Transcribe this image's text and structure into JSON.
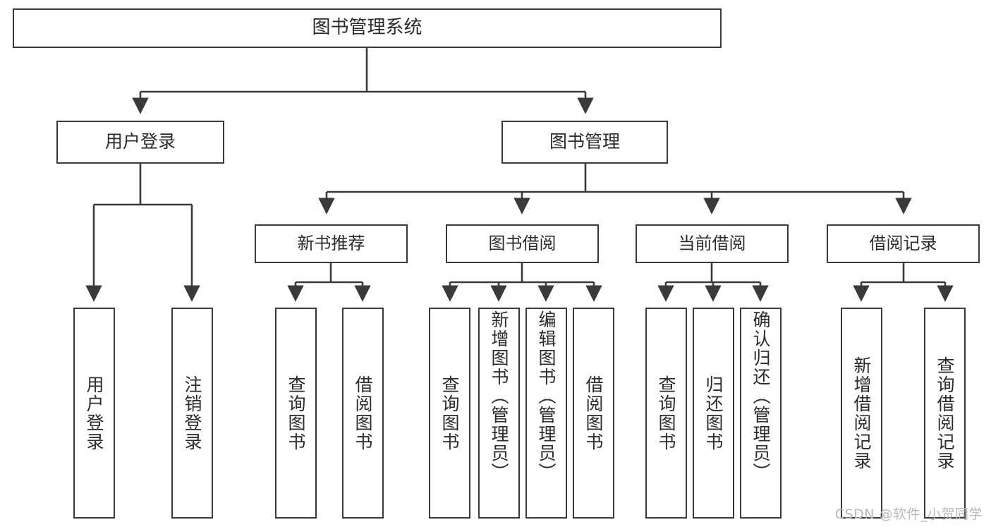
{
  "diagram": {
    "type": "tree-hierarchy",
    "title_node": {
      "label": "图书管理系统"
    },
    "level1": [
      {
        "id": "user-login",
        "label": "用户登录"
      },
      {
        "id": "book-management",
        "label": "图书管理"
      }
    ],
    "level2": [
      {
        "id": "new-book-recommend",
        "label": "新书推荐",
        "parent": "book-management"
      },
      {
        "id": "book-borrow",
        "label": "图书借阅",
        "parent": "book-management"
      },
      {
        "id": "current-borrow",
        "label": "当前借阅",
        "parent": "book-management"
      },
      {
        "id": "borrow-record",
        "label": "借阅记录",
        "parent": "book-management"
      }
    ],
    "leaves": [
      {
        "id": "leaf-user-login",
        "label": "用户登录",
        "parent": "user-login",
        "align": "mid"
      },
      {
        "id": "leaf-user-logout",
        "label": "注销登录",
        "parent": "user-login",
        "align": "mid"
      },
      {
        "id": "leaf-query-book-1",
        "label": "查询图书",
        "parent": "new-book-recommend",
        "align": "mid"
      },
      {
        "id": "leaf-borrow-book-1",
        "label": "借阅图书",
        "parent": "new-book-recommend",
        "align": "mid"
      },
      {
        "id": "leaf-query-book-2",
        "label": "查询图书",
        "parent": "book-borrow",
        "align": "mid"
      },
      {
        "id": "leaf-add-book",
        "label": "新增图书（管理员）",
        "parent": "book-borrow",
        "align": "top"
      },
      {
        "id": "leaf-edit-book",
        "label": "编辑图书（管理员）",
        "parent": "book-borrow",
        "align": "top"
      },
      {
        "id": "leaf-borrow-book-2",
        "label": "借阅图书",
        "parent": "book-borrow",
        "align": "mid"
      },
      {
        "id": "leaf-query-book-3",
        "label": "查询图书",
        "parent": "current-borrow",
        "align": "mid"
      },
      {
        "id": "leaf-return-book",
        "label": "归还图书",
        "parent": "current-borrow",
        "align": "mid"
      },
      {
        "id": "leaf-confirm-return",
        "label": "确认归还（管理员）",
        "parent": "current-borrow",
        "align": "top"
      },
      {
        "id": "leaf-add-record",
        "label": "新增借阅记录",
        "parent": "borrow-record",
        "align": "mid"
      },
      {
        "id": "leaf-query-record",
        "label": "查询借阅记录",
        "parent": "borrow-record",
        "align": "mid"
      }
    ],
    "colors": {
      "stroke": "#3a3a3a",
      "fill": "#ffffff",
      "text": "#2b2b2b",
      "watermark": "#b9b9b9"
    }
  },
  "watermark": {
    "text": "CSDN @软件_小贺同学"
  }
}
